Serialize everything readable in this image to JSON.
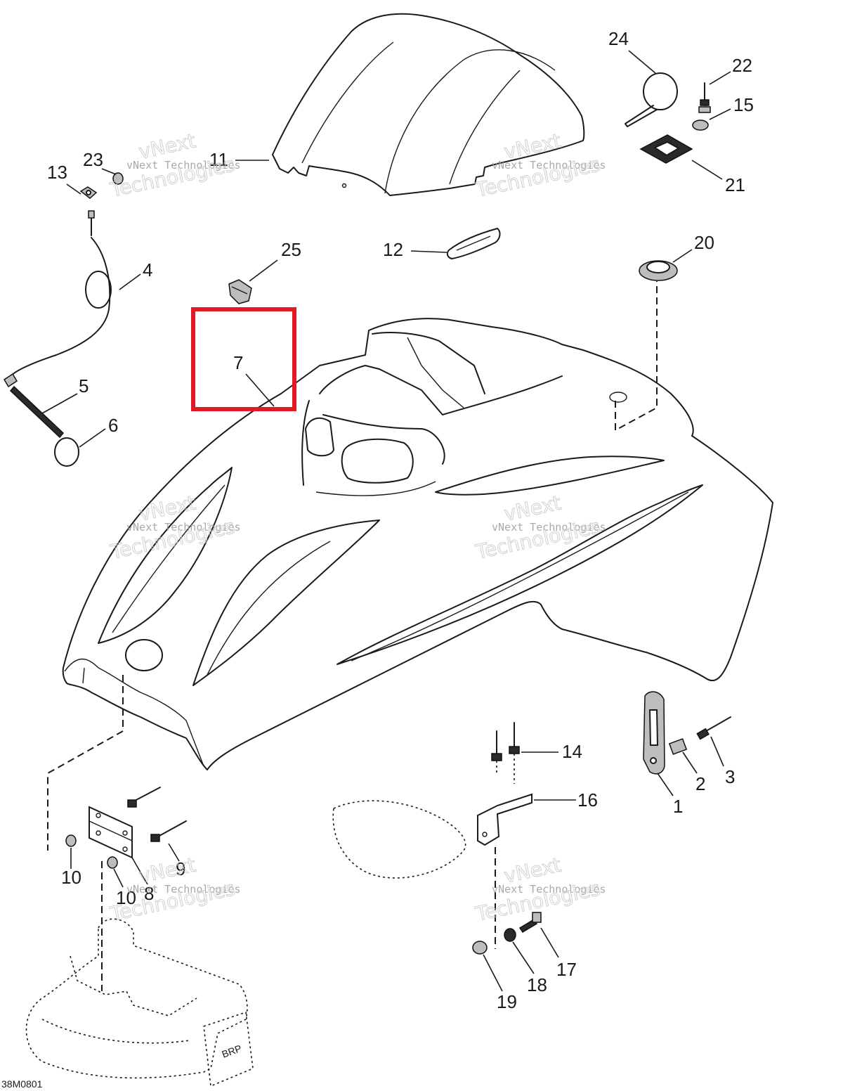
{
  "figure_code": "38M0801",
  "watermark": {
    "line1": "vNext Technologies",
    "line2": "vNext",
    "line3": "Technologies"
  },
  "highlight_color": "#e01b24",
  "highlighted_callout": "7",
  "callouts": {
    "c1": "1",
    "c2": "2",
    "c3": "3",
    "c4": "4",
    "c5": "5",
    "c6": "6",
    "c7": "7",
    "c8": "8",
    "c9": "9",
    "c10a": "10",
    "c10b": "10",
    "c11": "11",
    "c12": "12",
    "c13": "13",
    "c14": "14",
    "c15": "15",
    "c16": "16",
    "c17": "17",
    "c18": "18",
    "c19": "19",
    "c20": "20",
    "c21": "21",
    "c22": "22",
    "c23": "23",
    "c24": "24",
    "c25": "25"
  }
}
